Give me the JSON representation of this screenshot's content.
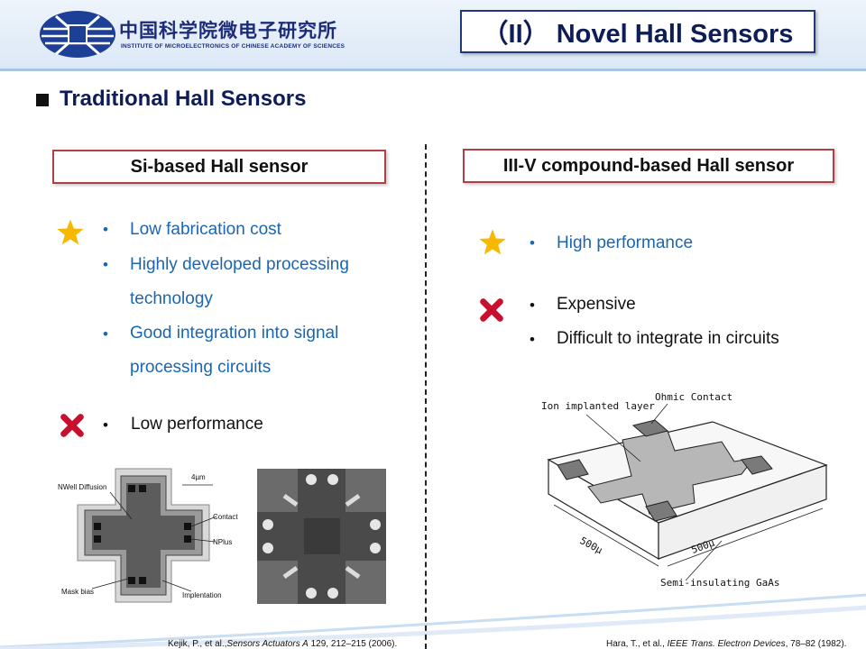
{
  "header": {
    "logo_cn": "中国科学院微电子研究所",
    "logo_en": "INSTITUTE OF MICROELECTRONICS OF CHINESE ACADEMY OF SCIENCES",
    "title": "（II） Novel Hall Sensors"
  },
  "section": {
    "title": "Traditional Hall Sensors"
  },
  "left": {
    "heading": "Si-based Hall sensor",
    "pros": [
      "Low fabrication cost",
      "Highly developed processing",
      "technology",
      "Good integration into signal",
      "processing circuits"
    ],
    "cons": [
      "Low performance"
    ],
    "figure": {
      "labels": [
        "NWell Diffusion",
        "4µm",
        "Contact",
        "NPlus",
        "Mask bias",
        "Implentation"
      ]
    },
    "citation": {
      "authors": "Kejik, P., et al.,",
      "journal": "Sensors Actuators A",
      "rest": " 129, 212–215 (2006)."
    }
  },
  "right": {
    "heading": "III-V compound-based Hall sensor",
    "pros": [
      "High performance"
    ],
    "cons": [
      "Expensive",
      "Difficult to integrate in circuits"
    ],
    "figure": {
      "labels": [
        "Ion implanted layer",
        "Ohmic Contact",
        "500µ",
        "500µ",
        "Semi-insulating GaAs"
      ]
    },
    "citation": {
      "authors": "Hara, T., et al.,",
      "journal": "IEEE Trans. Electron Devices",
      "rest": ", 78–82 (1982)."
    }
  },
  "colors": {
    "star": "#f6b800",
    "cross": "#c8102e",
    "blue_text": "#1a66b3",
    "title_navy": "#0e1d57"
  },
  "icons": {
    "pro": "star-icon",
    "con": "cross-icon",
    "bullet": "square-bullet-icon"
  }
}
